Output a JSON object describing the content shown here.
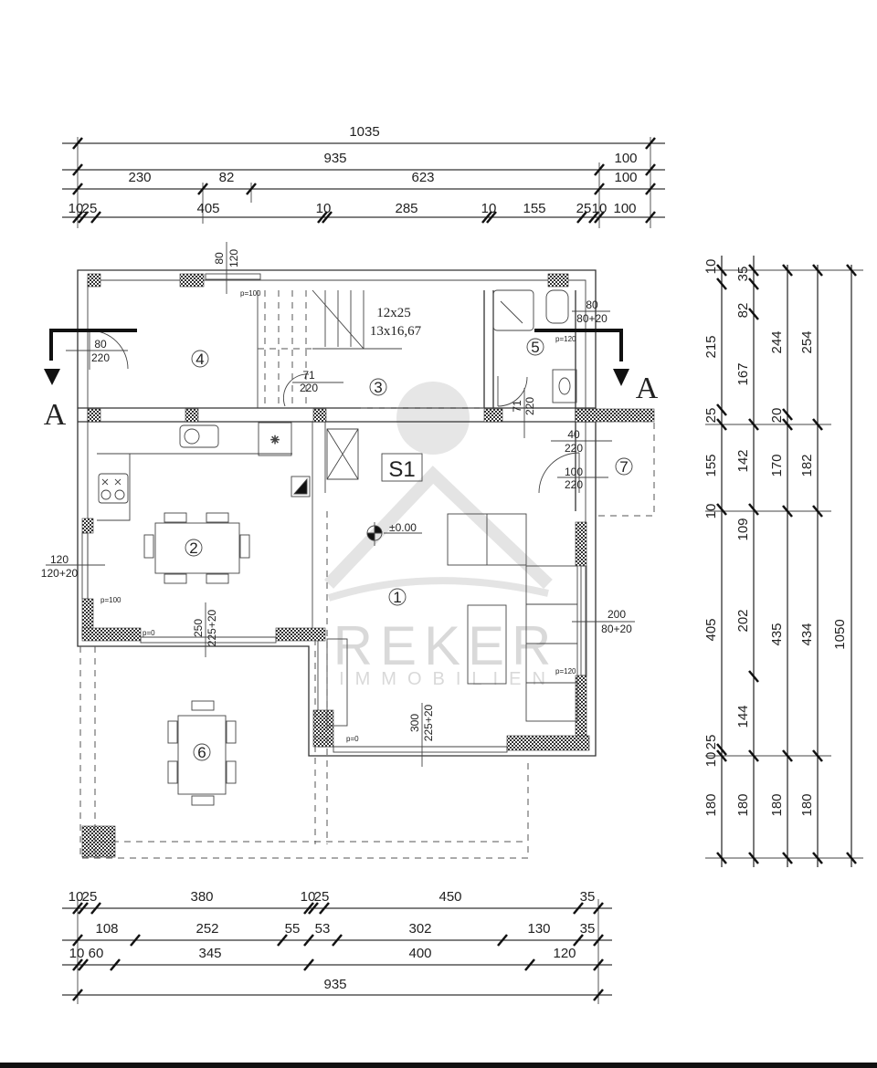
{
  "dims": {
    "top": [
      [
        "1035"
      ],
      [
        "935",
        "100"
      ],
      [
        "230",
        "82",
        "623",
        "100"
      ],
      [
        "10",
        "25",
        "405",
        "10",
        "285",
        "10",
        "155",
        "25",
        "10",
        "100"
      ]
    ],
    "bottom": [
      [
        "10",
        "25",
        "380",
        "10",
        "25",
        "450",
        "35"
      ],
      [
        "108",
        "252",
        "55",
        "53",
        "302",
        "130",
        "35"
      ],
      [
        "10",
        "60",
        "345",
        "400",
        "120"
      ],
      [
        "935"
      ]
    ],
    "right": [
      [
        "10",
        "215",
        "25",
        "155",
        "10",
        "405",
        "10",
        "25",
        "180"
      ],
      [
        "35",
        "82",
        "167",
        "142",
        "109",
        "202",
        "144",
        "180"
      ],
      [
        "244",
        "20",
        "170",
        "435",
        "180"
      ],
      [
        "254",
        "182",
        "434",
        "180"
      ],
      [
        "1050"
      ]
    ]
  },
  "rooms": [
    "1",
    "2",
    "3",
    "4",
    "5",
    "6",
    "7"
  ],
  "labels": {
    "stairs_a": "12x25",
    "stairs_b": "13x16,67",
    "s1": "S1",
    "level": "±0.00",
    "section": "A"
  },
  "openings": {
    "w_top": [
      "80",
      "120"
    ],
    "p_top": "p=100",
    "door_entry": [
      "80",
      "220"
    ],
    "door_stair": [
      "71",
      "220"
    ],
    "w_bath": [
      "80",
      "80+20"
    ],
    "p_bath": "p=120",
    "door_bath": [
      "71",
      "220"
    ],
    "door_7a": [
      "40",
      "220"
    ],
    "door_7b": [
      "100",
      "220"
    ],
    "w_left": [
      "120",
      "120+20"
    ],
    "p_left": "p=100",
    "w_dining": [
      "250",
      "225+20"
    ],
    "p_dining": "p=0",
    "w_living_r": [
      "200",
      "80+20"
    ],
    "p_living_r": "p=120",
    "w_living_b": [
      "300",
      "225+20"
    ],
    "p_living_b": "p=0"
  },
  "watermark": {
    "brand": "REKER",
    "sub": "IMMOBILIEN"
  },
  "colors": {
    "line": "#333333",
    "watermark": "#d9d9d9"
  }
}
